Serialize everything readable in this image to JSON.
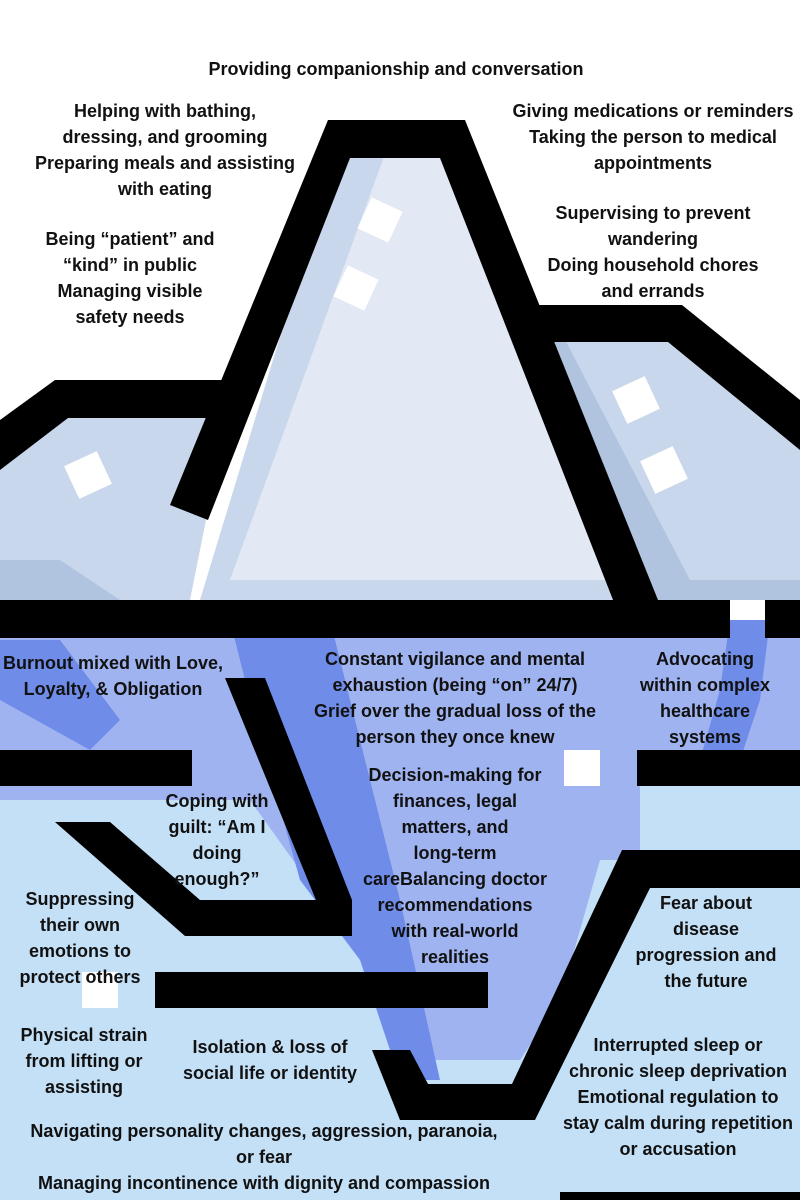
{
  "colors": {
    "sky": "#ffffff",
    "deep_water": "#c4e0f7",
    "mid_water": "#9fb3f0",
    "bright_water": "#6f8de8",
    "ice_light": "#e2e9f5",
    "ice_mid": "#c9d7ec",
    "ice_shadow": "#b0c4e0",
    "outline": "#000000",
    "text": "#111111"
  },
  "above_water": {
    "top": "Providing companionship and conversation",
    "left_upper": "Helping with bathing,\ndressing, and grooming\nPreparing meals and assisting\nwith eating",
    "left_lower": "Being “patient” and\n“kind” in public\nManaging visible\nsafety needs",
    "right_upper": "Giving medications or reminders\nTaking the person to medical\nappointments",
    "right_lower": "Supervising to prevent\nwandering\nDoing household chores\nand errands"
  },
  "below_water": {
    "burnout": "Burnout mixed with Love,\nLoyalty, & Obligation",
    "vigilance": "Constant vigilance and mental\nexhaustion (being “on” 24/7)\nGrief over the gradual loss of the\nperson they once knew",
    "advocating": "Advocating\nwithin complex\nhealthcare\nsystems",
    "coping": "Coping with\nguilt: “Am I\ndoing\nenough?”",
    "decision": "Decision-making for\nfinances, legal\nmatters, and\nlong-term\ncareBalancing doctor\nrecommendations\nwith real-world\nrealities",
    "suppressing": "Suppressing\ntheir own\nemotions to\nprotect others",
    "fear": "Fear about\ndisease\nprogression and\nthe future",
    "physical": "Physical strain\nfrom lifting or\nassisting",
    "isolation": "Isolation & loss of\nsocial life or identity",
    "sleep": "Interrupted sleep or\nchronic sleep deprivation\nEmotional regulation to\nstay calm during repetition\nor accusation",
    "personality": "Navigating personality changes, aggression, paranoia,\nor fear\nManaging incontinence with dignity and compassion"
  }
}
